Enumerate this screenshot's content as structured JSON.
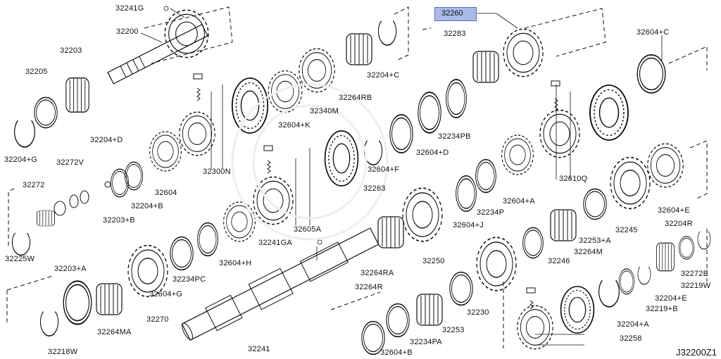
{
  "highlighted_part": "32260",
  "diagram_code": "J32200Z1",
  "labels": [
    "32241G",
    "32200",
    "32203",
    "32205",
    "32204+G",
    "32204+D",
    "32272V",
    "32272",
    "32203+B",
    "32204+B",
    "32225W",
    "32604",
    "32300N",
    "32340M",
    "32264RB",
    "32204+C",
    "32604+K",
    "32283",
    "32260",
    "32604+C",
    "32234PB",
    "32604+D",
    "32604+F",
    "32263",
    "32605A",
    "32241GA",
    "32604+H",
    "32234PC",
    "32604+G",
    "32270",
    "32203+A",
    "32264MA",
    "32218W",
    "32241",
    "32264RA",
    "32250",
    "32264R",
    "32253",
    "32234PA",
    "32604+B",
    "32230",
    "32604+J",
    "32234P",
    "32604+A",
    "32610Q",
    "32246",
    "32264M",
    "32253+A",
    "32245",
    "32604+E",
    "32204R",
    "32272E",
    "32219W",
    "32204+E",
    "32219+B",
    "32204+A",
    "32258"
  ]
}
